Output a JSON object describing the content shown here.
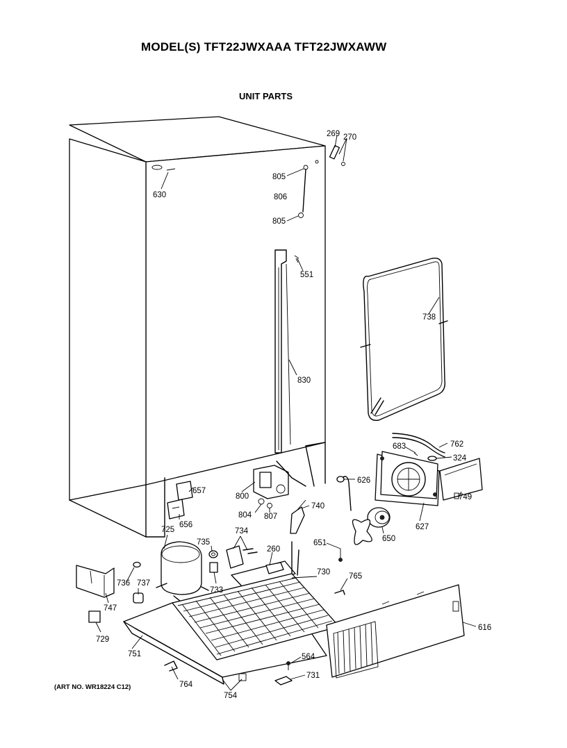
{
  "header": {
    "model_title": "MODEL(S) TFT22JWXAAA TFT22JWXAWW",
    "section_title": "UNIT PARTS"
  },
  "footer": {
    "art_no": "(ART NO. WR18224 C12)"
  },
  "callouts": [
    {
      "id": "c269",
      "text": "269"
    },
    {
      "id": "c270",
      "text": "270"
    },
    {
      "id": "c630",
      "text": "630"
    },
    {
      "id": "c805a",
      "text": "805"
    },
    {
      "id": "c806",
      "text": "806"
    },
    {
      "id": "c805b",
      "text": "805"
    },
    {
      "id": "c551",
      "text": "551"
    },
    {
      "id": "c738",
      "text": "738"
    },
    {
      "id": "c830",
      "text": "830"
    },
    {
      "id": "c683",
      "text": "683"
    },
    {
      "id": "c762",
      "text": "762"
    },
    {
      "id": "c324",
      "text": "324"
    },
    {
      "id": "c626",
      "text": "626"
    },
    {
      "id": "c657",
      "text": "657"
    },
    {
      "id": "c656",
      "text": "656"
    },
    {
      "id": "c800",
      "text": "800"
    },
    {
      "id": "c804",
      "text": "804"
    },
    {
      "id": "c807",
      "text": "807"
    },
    {
      "id": "c740",
      "text": "740"
    },
    {
      "id": "c627",
      "text": "627"
    },
    {
      "id": "c749",
      "text": "749"
    },
    {
      "id": "c650",
      "text": "650"
    },
    {
      "id": "c651",
      "text": "651"
    },
    {
      "id": "c725",
      "text": "725"
    },
    {
      "id": "c735",
      "text": "735"
    },
    {
      "id": "c734",
      "text": "734"
    },
    {
      "id": "c733",
      "text": "733"
    },
    {
      "id": "c260",
      "text": "260"
    },
    {
      "id": "c730",
      "text": "730"
    },
    {
      "id": "c765",
      "text": "765"
    },
    {
      "id": "c736",
      "text": "736"
    },
    {
      "id": "c737",
      "text": "737"
    },
    {
      "id": "c747",
      "text": "747"
    },
    {
      "id": "c729",
      "text": "729"
    },
    {
      "id": "c751",
      "text": "751"
    },
    {
      "id": "c616",
      "text": "616"
    },
    {
      "id": "c564",
      "text": "564"
    },
    {
      "id": "c731",
      "text": "731"
    },
    {
      "id": "c764",
      "text": "764"
    },
    {
      "id": "c754",
      "text": "754"
    }
  ]
}
